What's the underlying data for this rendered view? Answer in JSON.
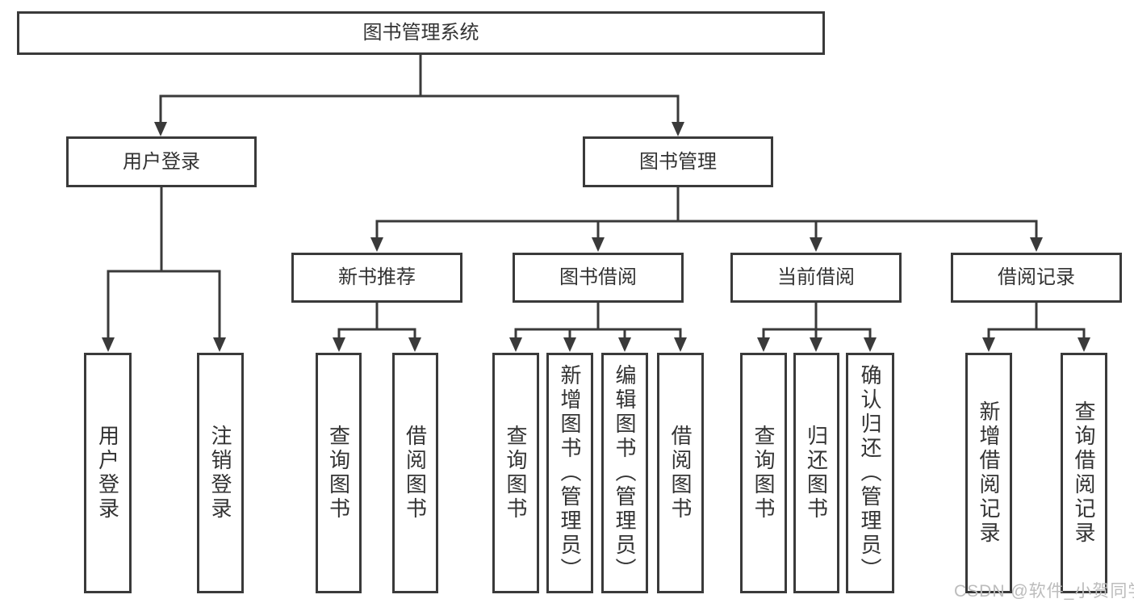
{
  "diagram": {
    "type": "hierarchy-flowchart",
    "title": "图书管理系统",
    "colors": {
      "line": "#3a3a3a",
      "text": "#333333",
      "background": "#ffffff",
      "watermark": "#bcbcbc"
    },
    "nodes": {
      "root": "图书管理系统",
      "level2": [
        "用户登录",
        "图书管理"
      ],
      "level3": [
        "新书推荐",
        "图书借阅",
        "当前借阅",
        "借阅记录"
      ],
      "leaves": {
        "user": [
          "用户登录",
          "注销登录"
        ],
        "recommend": [
          "查询图书",
          "借阅图书"
        ],
        "borrow": [
          "查询图书",
          "新增图书（管理员）",
          "编辑图书（管理员）",
          "借阅图书"
        ],
        "current": [
          "查询图书",
          "归还图书",
          "确认归还（管理员）"
        ],
        "records": [
          "新增借阅记录",
          "查询借阅记录"
        ]
      }
    },
    "watermark": "CSDN @软件_小贺同学"
  }
}
